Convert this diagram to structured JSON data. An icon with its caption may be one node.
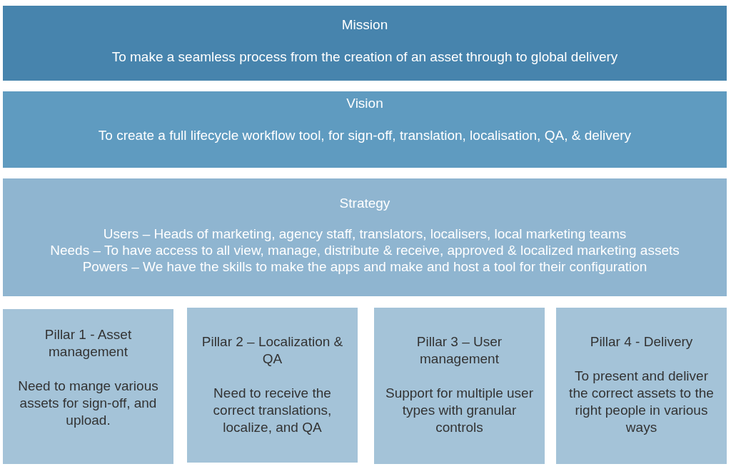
{
  "diagram": {
    "nodes": [
      {
        "text": [
          "Mission",
          "To make a seamless process from the creation of an asset through to global delivery"
        ]
      },
      {
        "text": [
          "Vision",
          "To create a full lifecycle workflow tool, for sign-off, translation, localisation, QA, & delivery"
        ]
      },
      {
        "text": [
          "Strategy",
          "Users – Heads of marketing, agency staff, translators, localisers, local marketing teams",
          "Needs – To have access to all view, manage, distribute & receive, approved & localized marketing assets",
          "Powers – We have the skills to make the apps and make and host a tool for their configuration"
        ]
      },
      {
        "text": [
          "Pillar 1 - Asset management",
          "Need to mange various assets for sign-off, and upload."
        ]
      },
      {
        "text": [
          "Pillar 2 – Localization & QA",
          "Need to receive the correct translations, localize, and QA"
        ]
      },
      {
        "text": [
          "Pillar 3 – User management",
          "Support for multiple user types with granular controls"
        ]
      },
      {
        "text": [
          "Pillar 4 - Delivery",
          "To present and deliver the correct assets to the right people in various ways"
        ]
      }
    ]
  }
}
